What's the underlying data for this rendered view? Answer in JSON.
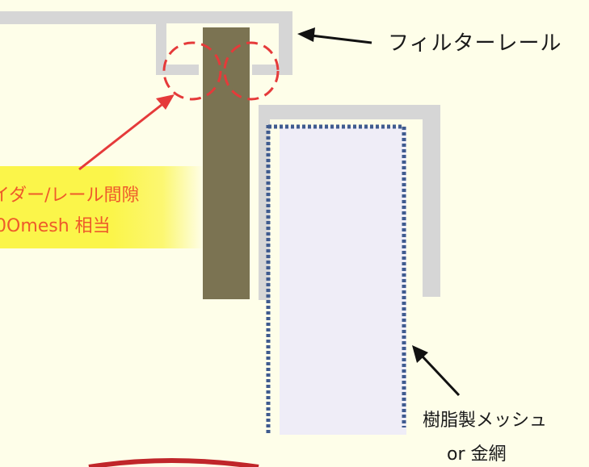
{
  "labels": {
    "filter_rail": "フィルターレール",
    "slider_gap": "イダー/レール間隙",
    "mesh_equiv": "0Omesh 相当",
    "resin_mesh": "樹脂製メッシュ",
    "or_wire_net": "or 金網"
  },
  "colors": {
    "background": "#fefee9",
    "rail": "#d6d6d6",
    "slider": "#7b7352",
    "mesh_panel": "#efedf7",
    "mesh_dots": "#3f5b8f",
    "highlight": "#fbf54a",
    "callout_red": "#e53a3a",
    "gap_text": "#ee5a2a",
    "text": "#1a1a1a"
  }
}
